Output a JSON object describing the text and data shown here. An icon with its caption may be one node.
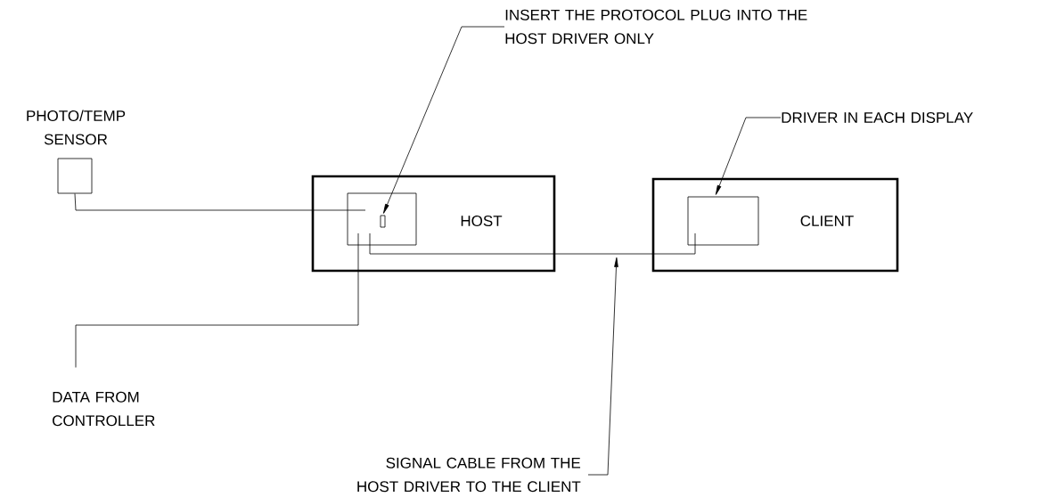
{
  "diagram": {
    "nodes": [
      {
        "text": [
          "HOST"
        ]
      },
      {
        "text": [],
        "shape": "box",
        "in": 0
      },
      {
        "text": [],
        "shape": "box",
        "in": 1
      },
      {
        "text": [
          "CLIENT"
        ]
      },
      {
        "text": [],
        "shape": "box",
        "in": 3
      },
      {
        "text": [
          "PHOTO/TEMP SENSOR"
        ]
      },
      {
        "text": [
          "DATA FROM CONTROLLER"
        ]
      },
      {
        "text": [
          "INSERT THE PROTOCOL PLUG INTO THE HOST DRIVER ONLY"
        ]
      },
      {
        "text": [
          "DRIVER IN EACH DISPLAY"
        ]
      },
      {
        "text": [
          "SIGNAL CABLE FROM THE HOST DRIVER TO THE CLIENT"
        ]
      }
    ],
    "edges": [
      {
        "from": 5,
        "to": 1,
        "arrow": "none"
      },
      {
        "from": 6,
        "to": 1,
        "arrow": "none"
      },
      {
        "from": 1,
        "to": 4,
        "arrow": "none"
      },
      {
        "from": 7,
        "to": 2,
        "arrow": "to"
      },
      {
        "from": 8,
        "to": 4,
        "arrow": "to"
      },
      {
        "from": 9,
        "to": null,
        "arrow": "to"
      }
    ]
  }
}
